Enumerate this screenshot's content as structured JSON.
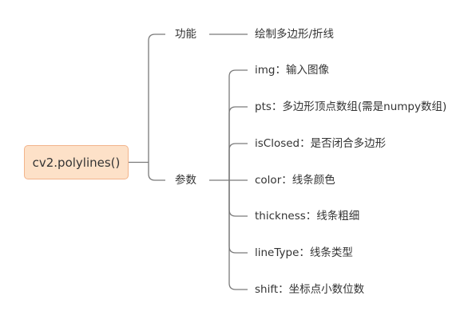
{
  "root": {
    "label": "cv2.polylines()"
  },
  "branches": [
    {
      "label": "功能",
      "children": [
        "绘制多边形/折线"
      ]
    },
    {
      "label": "参数",
      "children": [
        "img：输入图像",
        "pts：多边形顶点数组(需是numpy数组)",
        "isClosed：是否闭合多边形",
        "color：线条颜色",
        "thickness：线条粗细",
        "lineType：线条类型",
        "shift：坐标点小数位数"
      ]
    }
  ],
  "colors": {
    "root_fill": "#fde1c8",
    "root_border": "#f2b48b",
    "connector": "#7a7a7a",
    "text": "#333333"
  }
}
